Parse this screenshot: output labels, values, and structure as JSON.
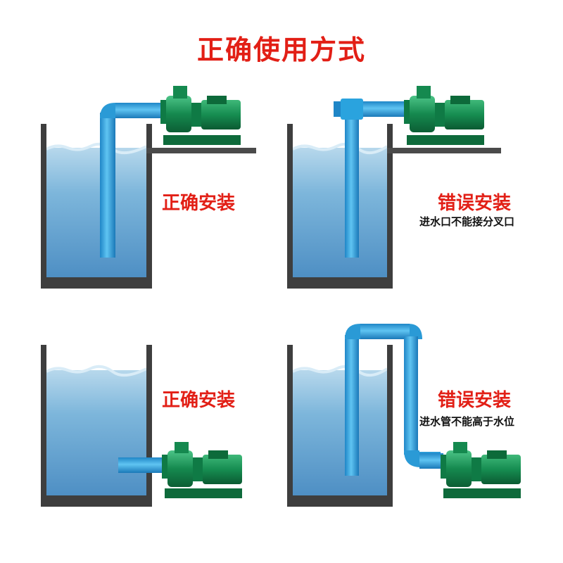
{
  "title": "正确使用方式",
  "panels": [
    {
      "label": "正确安装",
      "note": ""
    },
    {
      "label": "错误安装",
      "note": "进水口不能接分叉口"
    },
    {
      "label": "正确安装",
      "note": ""
    },
    {
      "label": "错误安装",
      "note": "进水管不能高于水位"
    }
  ],
  "colors": {
    "label_red": "#e21f16",
    "tank_wall": "#3e3e3e",
    "water": "#7fb6d8",
    "pipe": "#2aa3de",
    "pump": "#1a9a5a"
  }
}
